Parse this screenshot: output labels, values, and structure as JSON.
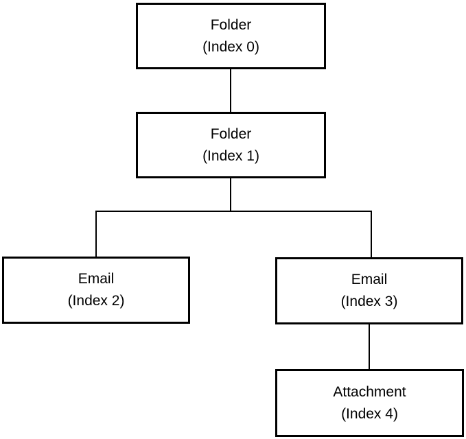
{
  "diagram": {
    "type": "tree",
    "background_color": "#ffffff",
    "node_border_color": "#000000",
    "connector_color": "#000000",
    "text_color": "#000000",
    "nodes": [
      {
        "id": 0,
        "title": "Folder",
        "subtitle": "(Index 0)"
      },
      {
        "id": 1,
        "title": "Folder",
        "subtitle": "(Index 1)"
      },
      {
        "id": 2,
        "title": "Email",
        "subtitle": "(Index 2)"
      },
      {
        "id": 3,
        "title": "Email",
        "subtitle": "(Index 3)"
      },
      {
        "id": 4,
        "title": "Attachment",
        "subtitle": "(Index 4)"
      }
    ],
    "edges": [
      {
        "from": 0,
        "to": 1
      },
      {
        "from": 1,
        "to": 2
      },
      {
        "from": 1,
        "to": 3
      },
      {
        "from": 3,
        "to": 4
      }
    ]
  }
}
